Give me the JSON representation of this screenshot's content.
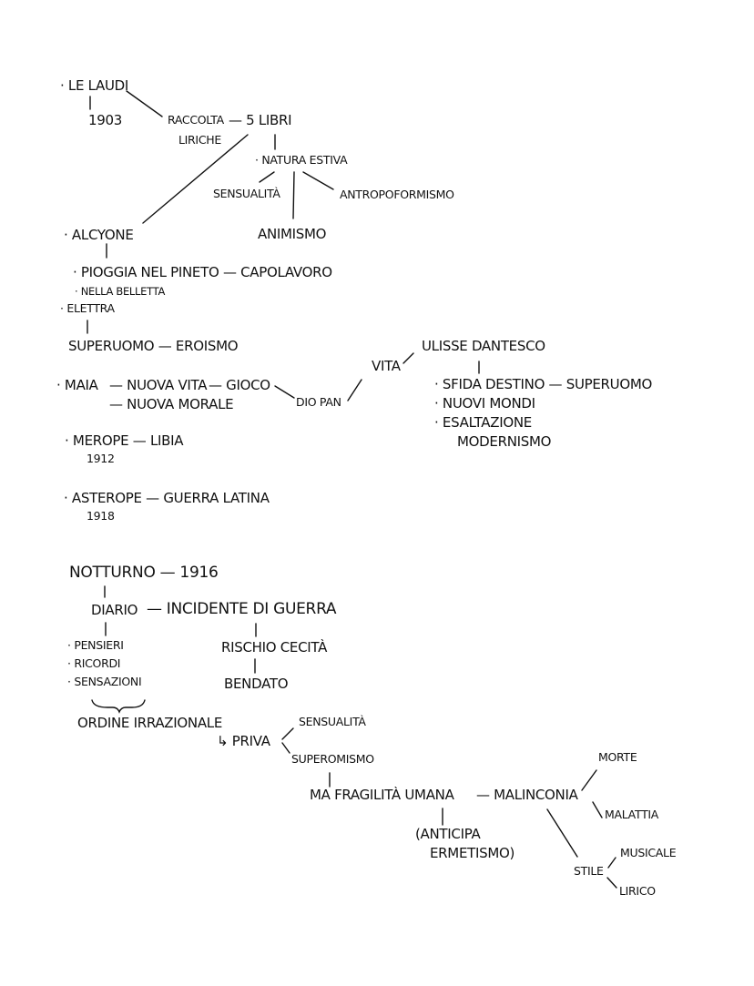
{
  "notes": {
    "laudi": "· LE LAUDI",
    "year_1903": "1903",
    "raccolta": "RACCOLTA",
    "liriche": "LIRICHE",
    "cinque_libri": "— 5 LIBRI",
    "natura_estiva": "· NATURA ESTIVA",
    "sensualita_1": "SENSUALITÀ",
    "antropoformismo": "ANTROPOFORMISMO",
    "animismo": "ANIMISMO",
    "alcyone": "· ALCYONE",
    "pioggia": "· PIOGGIA NEL PINETO — CAPOLAVORO",
    "nella_belletta": "· NELLA BELLETTA",
    "elettra": "· ELETTRA",
    "superuomo_eroismo": "SUPERUOMO — EROISMO",
    "maia": "· MAIA",
    "nuova_vita": "— NUOVA VITA",
    "gioco": "— GIOCO",
    "nuova_morale": "— NUOVA MORALE",
    "dio_pan": "DIO PAN",
    "vita": "VITA",
    "ulisse": "ULISSE DANTESCO",
    "sfida_destino": "· SFIDA DESTINO — SUPERUOMO",
    "nuovi_mondi": "· NUOVI MONDI",
    "esaltazione": "· ESALTAZIONE",
    "modernismo": "MODERNISMO",
    "merope": "· MEROPE — LIBIA",
    "year_1912": "1912",
    "asterope": "· ASTEROPE — GUERRA LATINA",
    "year_1918": "1918",
    "notturno": "NOTTURNO — 1916",
    "diario": "DIARIO",
    "incidente": "— INCIDENTE DI GUERRA",
    "pensieri": "· PENSIERI",
    "ricordi": "· RICORDI",
    "sensazioni": "· SENSAZIONI",
    "rischio_cecita": "RISCHIO CECITÀ",
    "bendato": "BENDATO",
    "ordine_irrazionale": "ORDINE IRRAZIONALE",
    "priva": "↳ PRIVA",
    "sensualita_2": "SENSUALITÀ",
    "superomismo": "SUPEROMISMO",
    "ma_fragilita": "MA FRAGILITÀ UMANA",
    "malinconia": "— MALINCONIA",
    "morte": "MORTE",
    "malattia": "MALATTIA",
    "anticipa": "(ANTICIPA",
    "ermetismo": "ERMETISMO)",
    "stile": "STILE",
    "musicale": "MUSICALE",
    "lirico": "LIRICO"
  }
}
